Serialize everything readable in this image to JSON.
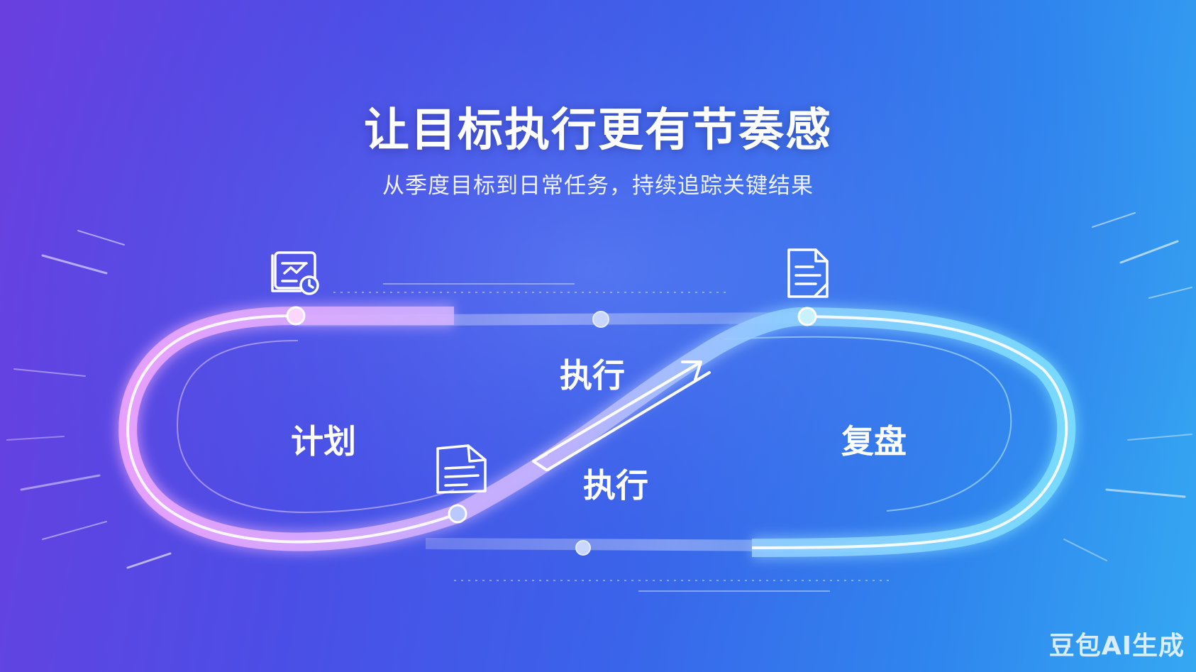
{
  "header": {
    "title": "让目标执行更有节奏感",
    "subtitle": "从季度目标到日常任务，持续追踪关键结果"
  },
  "diagram": {
    "stages": {
      "plan": "计划",
      "execute_upper": "执行",
      "execute_lower": "执行",
      "review": "复盘"
    },
    "icons": [
      "report-chart-clock-icon",
      "document-icon",
      "file-lines-icon"
    ],
    "colors": {
      "loop_left": "#f2a7ff",
      "loop_right": "#7fe0ff",
      "background_left": "#6a3fe0",
      "background_right": "#35a8f2"
    }
  },
  "watermark": "豆包AI生成"
}
